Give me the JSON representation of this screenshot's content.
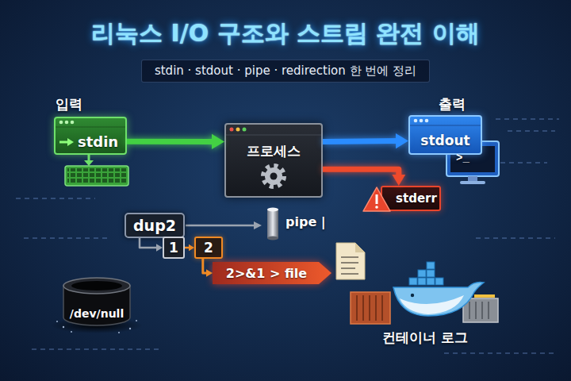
{
  "diagram": {
    "title": "리눅스 I/O 구조와 스트림 완전 이해",
    "caption": "stdin · stdout · pipe · redirection 한 번에 정리",
    "nodes": [
      {
        "text": [
          "stdin"
        ]
      },
      {
        "text": [
          "프로세스"
        ]
      },
      {
        "text": [
          "stdout"
        ]
      },
      {
        "text": [
          "stderr"
        ]
      },
      {
        "text": [
          "dup2"
        ]
      },
      {
        "text": [
          "1"
        ]
      },
      {
        "text": [
          "2"
        ]
      },
      {
        "text": [
          "2>&1 > file"
        ]
      },
      {
        "text": [
          "/dev/null"
        ]
      }
    ],
    "edges": [
      {
        "from": 0,
        "to": 1,
        "arrow": "to"
      },
      {
        "from": 1,
        "to": 2,
        "arrow": "to"
      },
      {
        "from": 1,
        "to": 3,
        "arrow": "to"
      },
      {
        "from": 4,
        "to": 5,
        "arrow": "to"
      },
      {
        "from": 5,
        "to": 6,
        "arrow": "to"
      },
      {
        "from": 6,
        "to": 7,
        "arrow": "to"
      }
    ],
    "labels": [
      "입력",
      "출력",
      "pipe |",
      ">_",
      "컨테이너 로그"
    ]
  }
}
